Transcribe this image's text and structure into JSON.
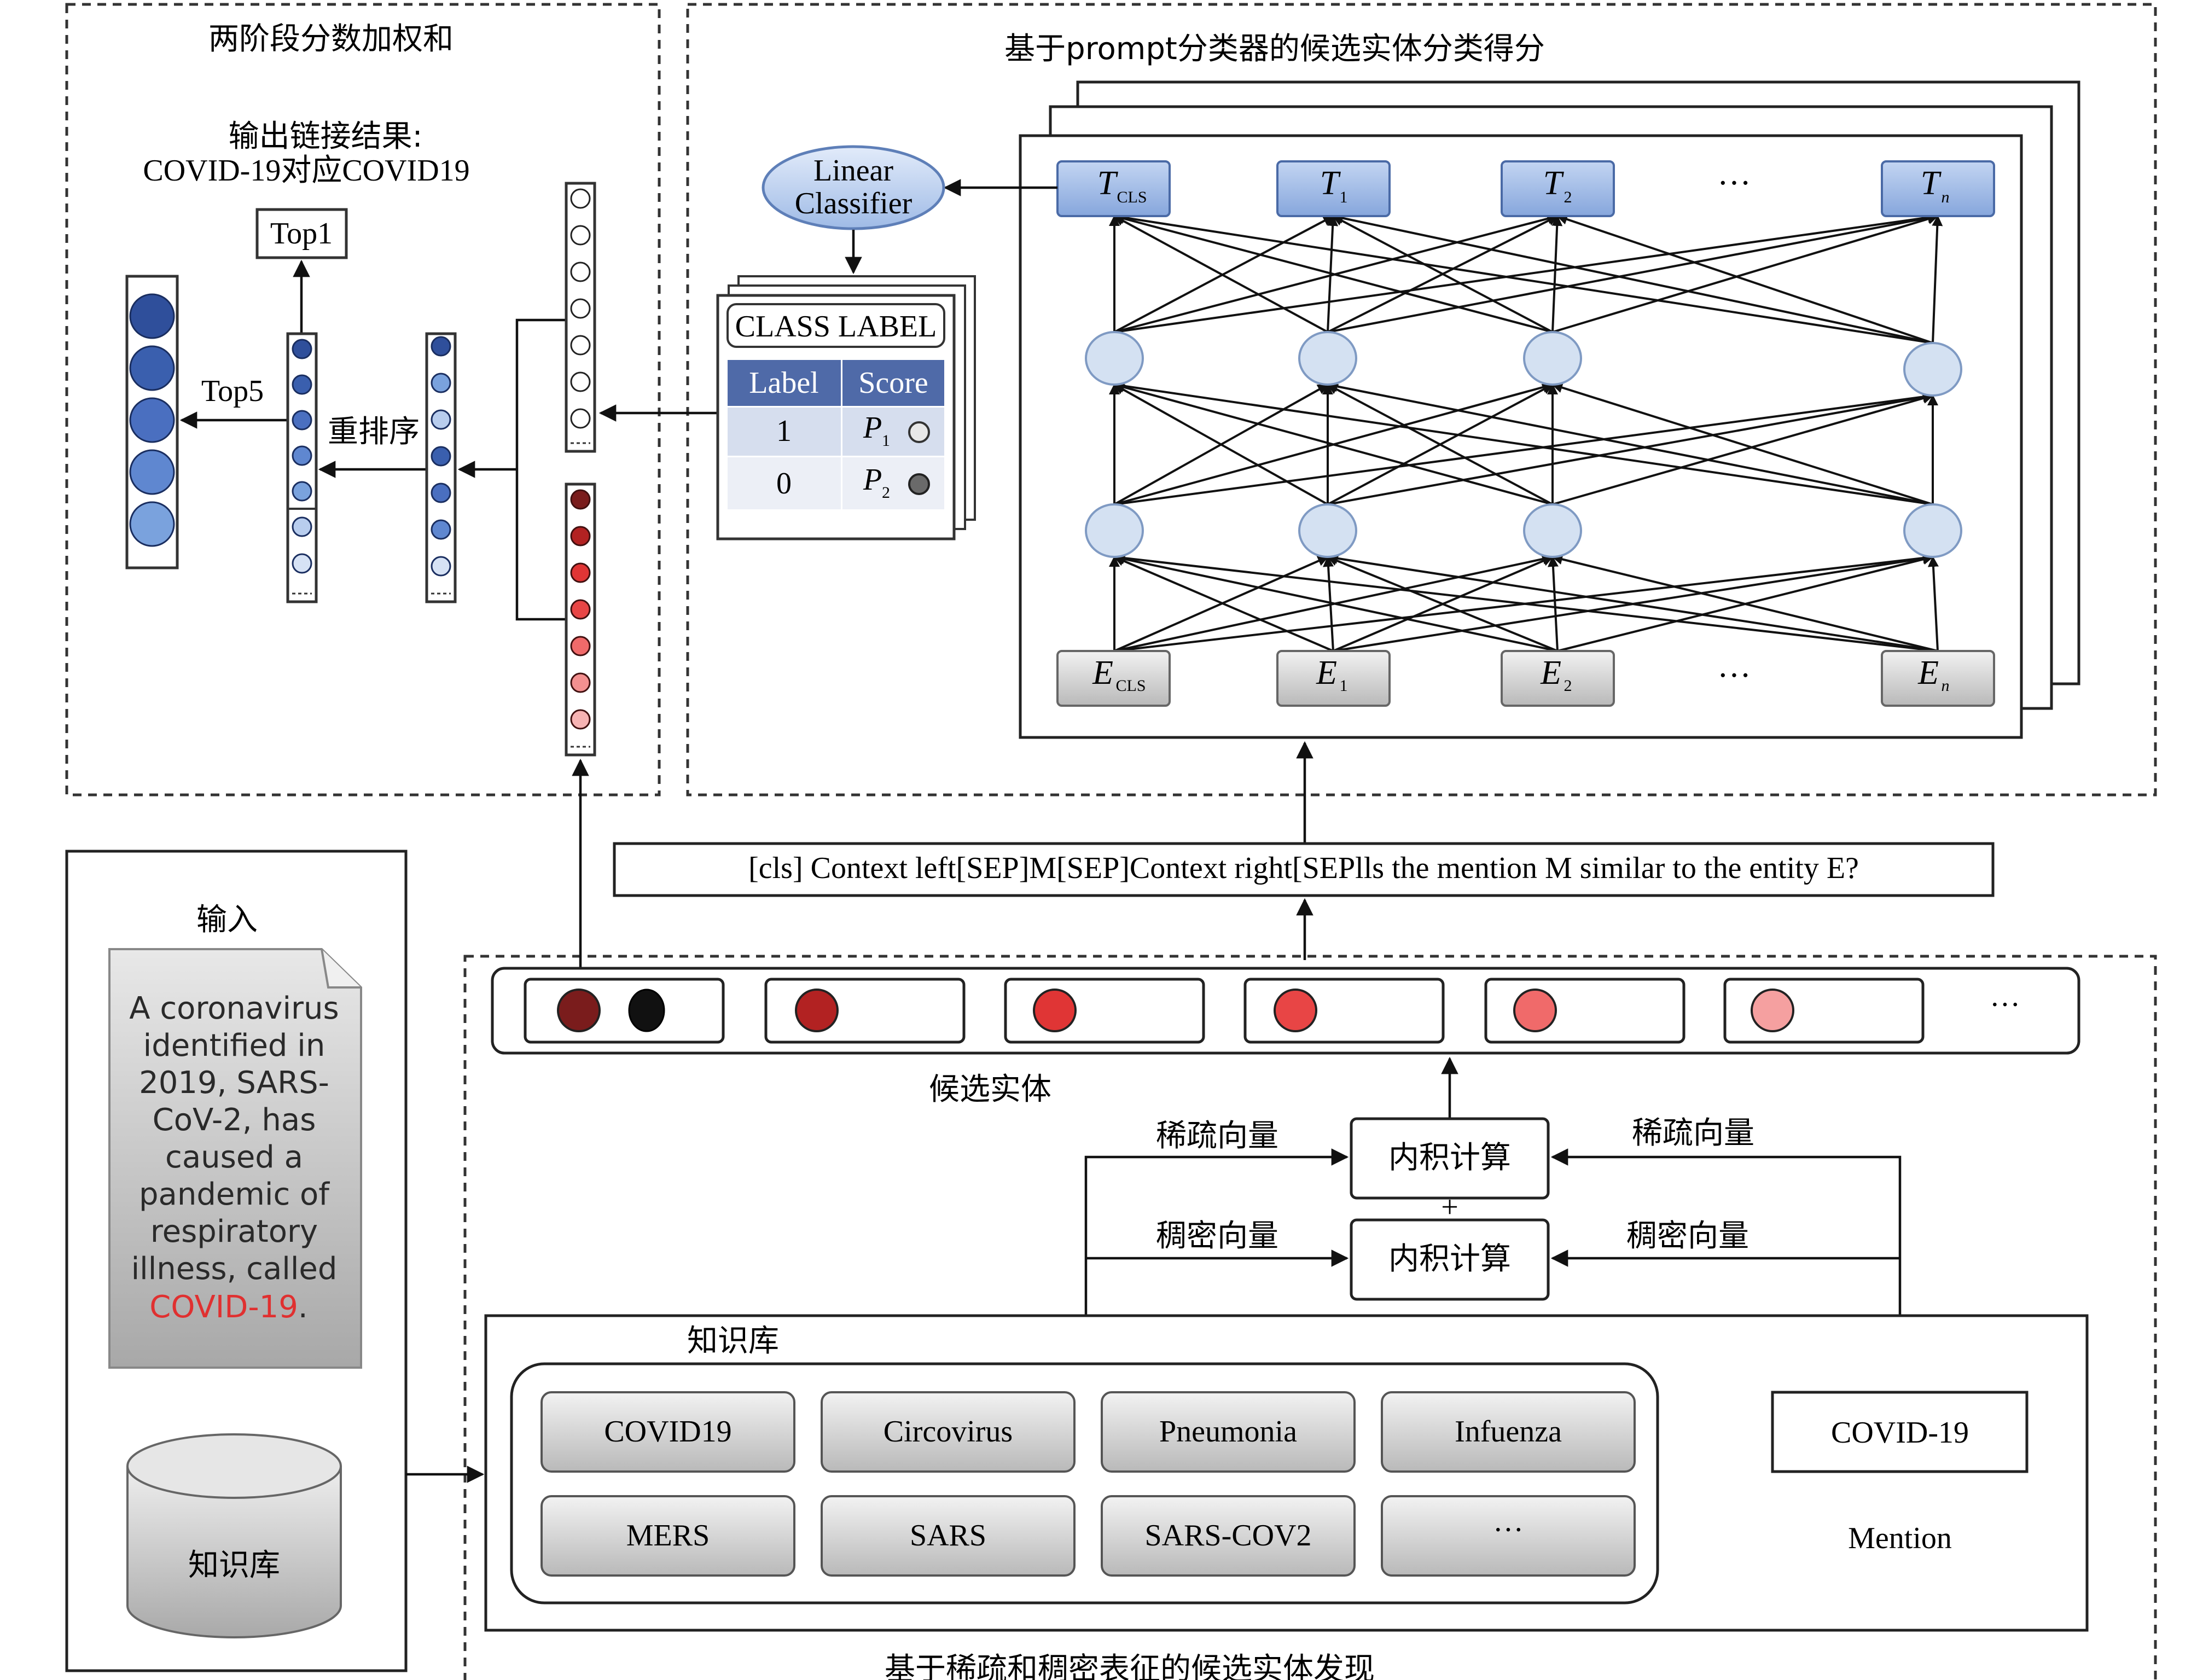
{
  "panels": {
    "weighted_sum_title": "两阶段分数加权和",
    "classifier_title": "基于prompt分类器的候选实体分类得分",
    "input_title": "输入",
    "discovery_title": "基于稀疏和稠密表征的候选实体发现"
  },
  "output": {
    "line1": "输出链接结果:",
    "line2": "COVID-19对应COVID19",
    "top1": "Top1",
    "top5": "Top5",
    "rerank": "重排序"
  },
  "classifier": {
    "linear_line1": "Linear",
    "linear_line2": "Classifier",
    "class_label": "CLASS LABEL",
    "col_label": "Label",
    "col_score": "Score",
    "rows": [
      {
        "label": "1",
        "score": "P",
        "sub": "1"
      },
      {
        "label": "0",
        "score": "P",
        "sub": "2"
      }
    ]
  },
  "transformer": {
    "top_nodes": [
      {
        "main": "T",
        "sub": "CLS"
      },
      {
        "main": "T",
        "sub": "1"
      },
      {
        "main": "T",
        "sub": "2"
      },
      {
        "main": "T",
        "sub": "n"
      }
    ],
    "bottom_nodes": [
      {
        "main": "E",
        "sub": "CLS"
      },
      {
        "main": "E",
        "sub": "1"
      },
      {
        "main": "E",
        "sub": "2"
      },
      {
        "main": "E",
        "sub": "n"
      }
    ],
    "ellipsis": "···"
  },
  "prompt_text": "[cls] Context left[SEP]M[SEP]Context right[SEPlls the mention M similar to the entity E?",
  "candidates": {
    "label": "候选实体",
    "ellipsis": "···"
  },
  "similarity": {
    "sparse_left": "稀疏向量",
    "sparse_right": "稀疏向量",
    "dense_left": "稠密向量",
    "dense_right": "稠密向量",
    "inner_product_1": "内积计算",
    "inner_product_2": "内积计算",
    "plus": "+"
  },
  "knowledge_base": {
    "title": "知识库",
    "entities": [
      "COVID19",
      "Circovirus",
      "Pneumonia",
      "Infuenza",
      "MERS",
      "SARS",
      "SARS-COV2",
      "···"
    ]
  },
  "mention": {
    "box": "COVID-19",
    "label": "Mention"
  },
  "input": {
    "doc_lines": [
      "A coronavirus",
      "identified in",
      "2019, SARS-",
      "CoV-2, has",
      "caused a",
      "pandemic of",
      "respiratory",
      "illness, called"
    ],
    "doc_highlight": "COVID-19",
    "doc_period": ".",
    "db_label": "知识库"
  },
  "colors": {
    "blue_dark": "#2f4f9b",
    "blue_mid": "#4f74c0",
    "blue_light": "#8fb0df",
    "red_1": "#7a1c1c",
    "red_2": "#b22222",
    "red_3": "#e03535",
    "red_4": "#f06a6a",
    "red_5": "#f5a0a0",
    "highlight_red": "#e03030",
    "table_header": "#4f6aa8",
    "node_blue": "#9db8e6"
  }
}
